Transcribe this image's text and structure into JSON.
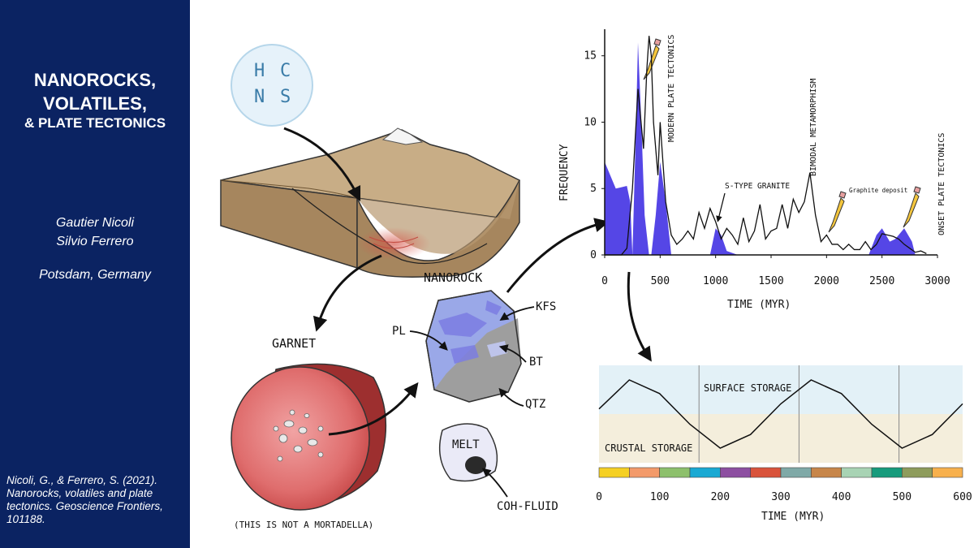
{
  "sidebar": {
    "title_lines": [
      "NANOROCKS,",
      "VOLATILES,",
      "& PLATE TECTONICS"
    ],
    "author_1": "Gautier Nicoli",
    "author_2": "Silvio Ferrero",
    "location": "Potsdam, Germany",
    "citation_lines": [
      "Nicoli, G., & Ferrero, S. (2021).",
      "Nanorocks, volatiles and plate",
      "tectonics. Geoscience Frontiers,",
      "101188."
    ]
  },
  "elements": {
    "e1": "H",
    "e2": "C",
    "e3": "N",
    "e4": "S"
  },
  "labels": {
    "garnet": "GARNET",
    "nanorock": "NANOROCK",
    "kfs": "KFS",
    "pl": "PL",
    "bt": "BT",
    "qtz": "QTZ",
    "melt": "MELT",
    "coh_fluid": "COH-FLUID",
    "mortadella": "(THIS IS NOT A MORTADELLA)"
  },
  "frequency_chart": {
    "ylabel": "FREQUENCY",
    "xlabel": "TIME (MYR)",
    "x_ticks": [
      "0",
      "500",
      "1000",
      "1500",
      "2000",
      "2500",
      "3000"
    ],
    "y_ticks": [
      "0",
      "5",
      "10",
      "15"
    ],
    "annotations": {
      "modern": "MODERN PLATE TECTONICS",
      "stype": "S-TYPE GRANITE",
      "bimodal": "BIMODAL METAMORPHISM",
      "graphite": "Graphite deposit",
      "onset": "ONSET PLATE TECTONICS"
    }
  },
  "storage_chart": {
    "surface": "SURFACE STORAGE",
    "crustal": "CRUSTAL STORAGE",
    "xlabel": "TIME (MYR)",
    "x_ticks": [
      "0",
      "100",
      "200",
      "300",
      "400",
      "500",
      "600"
    ]
  },
  "chart_data": [
    {
      "type": "line",
      "ylabel": "FREQUENCY",
      "xlabel": "TIME (MYR)",
      "xlim": [
        0,
        3000
      ],
      "ylim": [
        0,
        17
      ],
      "series": [
        {
          "x": [
            0,
            150,
            200,
            250,
            300,
            350,
            380,
            400,
            420,
            440,
            460,
            480,
            500,
            550,
            600,
            650,
            700,
            750,
            800,
            850,
            900,
            950,
            1000,
            1050,
            1100,
            1150,
            1200,
            1250,
            1300,
            1350,
            1400,
            1450,
            1500,
            1550,
            1600,
            1650,
            1700,
            1750,
            1800,
            1850,
            1900,
            1950,
            2000,
            2050,
            2100,
            2150,
            2200,
            2250,
            2300,
            2350,
            2400,
            2450,
            2500,
            2550,
            2600,
            2650,
            2700,
            2750,
            2800,
            2850,
            2900
          ],
          "y": [
            0,
            0,
            0.5,
            5,
            12.5,
            8,
            14,
            16.5,
            15,
            10,
            8,
            6,
            10,
            4,
            1.5,
            0.8,
            1.2,
            1.8,
            1.2,
            3.2,
            2,
            3.5,
            2.5,
            1.2,
            2,
            1.5,
            0.8,
            2.8,
            1,
            1.8,
            3.8,
            1.2,
            1.8,
            2,
            3.8,
            2,
            4.2,
            3.2,
            4,
            6.2,
            3,
            1,
            1.5,
            0.8,
            0.8,
            0.4,
            0.8,
            0.4,
            0.4,
            1,
            0.4,
            0.8,
            1.6,
            1.5,
            1.4,
            1.2,
            0.8,
            0.5,
            0.2,
            0.3,
            0.1
          ]
        }
      ],
      "filled_peaks": [
        {
          "x": [
            0,
            100,
            200,
            230,
            250
          ],
          "y": [
            7,
            5,
            5.2,
            4,
            0
          ]
        },
        {
          "x": [
            250,
            280,
            300,
            330,
            360,
            400
          ],
          "y": [
            0,
            9,
            16,
            10,
            3,
            0
          ]
        },
        {
          "x": [
            420,
            460,
            500,
            550,
            600
          ],
          "y": [
            0,
            3,
            7,
            4,
            0
          ]
        },
        {
          "x": [
            950,
            1000,
            1050,
            1100,
            1200
          ],
          "y": [
            0,
            2,
            1.5,
            0.3,
            0
          ]
        },
        {
          "x": [
            2380,
            2450,
            2500,
            2570,
            2620,
            2700,
            2770,
            2800
          ],
          "y": [
            0,
            1.5,
            2,
            1,
            1.2,
            2,
            1,
            0
          ]
        }
      ]
    },
    {
      "type": "line",
      "xlabel": "TIME (MYR)",
      "xlim": [
        0,
        600
      ],
      "series": [
        {
          "x": [
            0,
            50,
            100,
            150,
            200,
            250,
            300,
            350,
            400,
            450,
            500,
            550,
            600
          ],
          "y": [
            0.15,
            1,
            0.6,
            -0.3,
            -1,
            -0.6,
            0.3,
            1,
            0.6,
            -0.3,
            -1,
            -0.6,
            0.3
          ]
        }
      ],
      "vertical_lines_x": [
        165,
        330,
        495
      ],
      "timescale_colors": [
        "#f5d023",
        "#f39a6a",
        "#8dc06c",
        "#1aa9d3",
        "#8d4fa1",
        "#d9533b",
        "#7fa9a7",
        "#c7864a",
        "#a8d3b4",
        "#179b7c",
        "#8e9c5c",
        "#f7b04d"
      ]
    }
  ]
}
